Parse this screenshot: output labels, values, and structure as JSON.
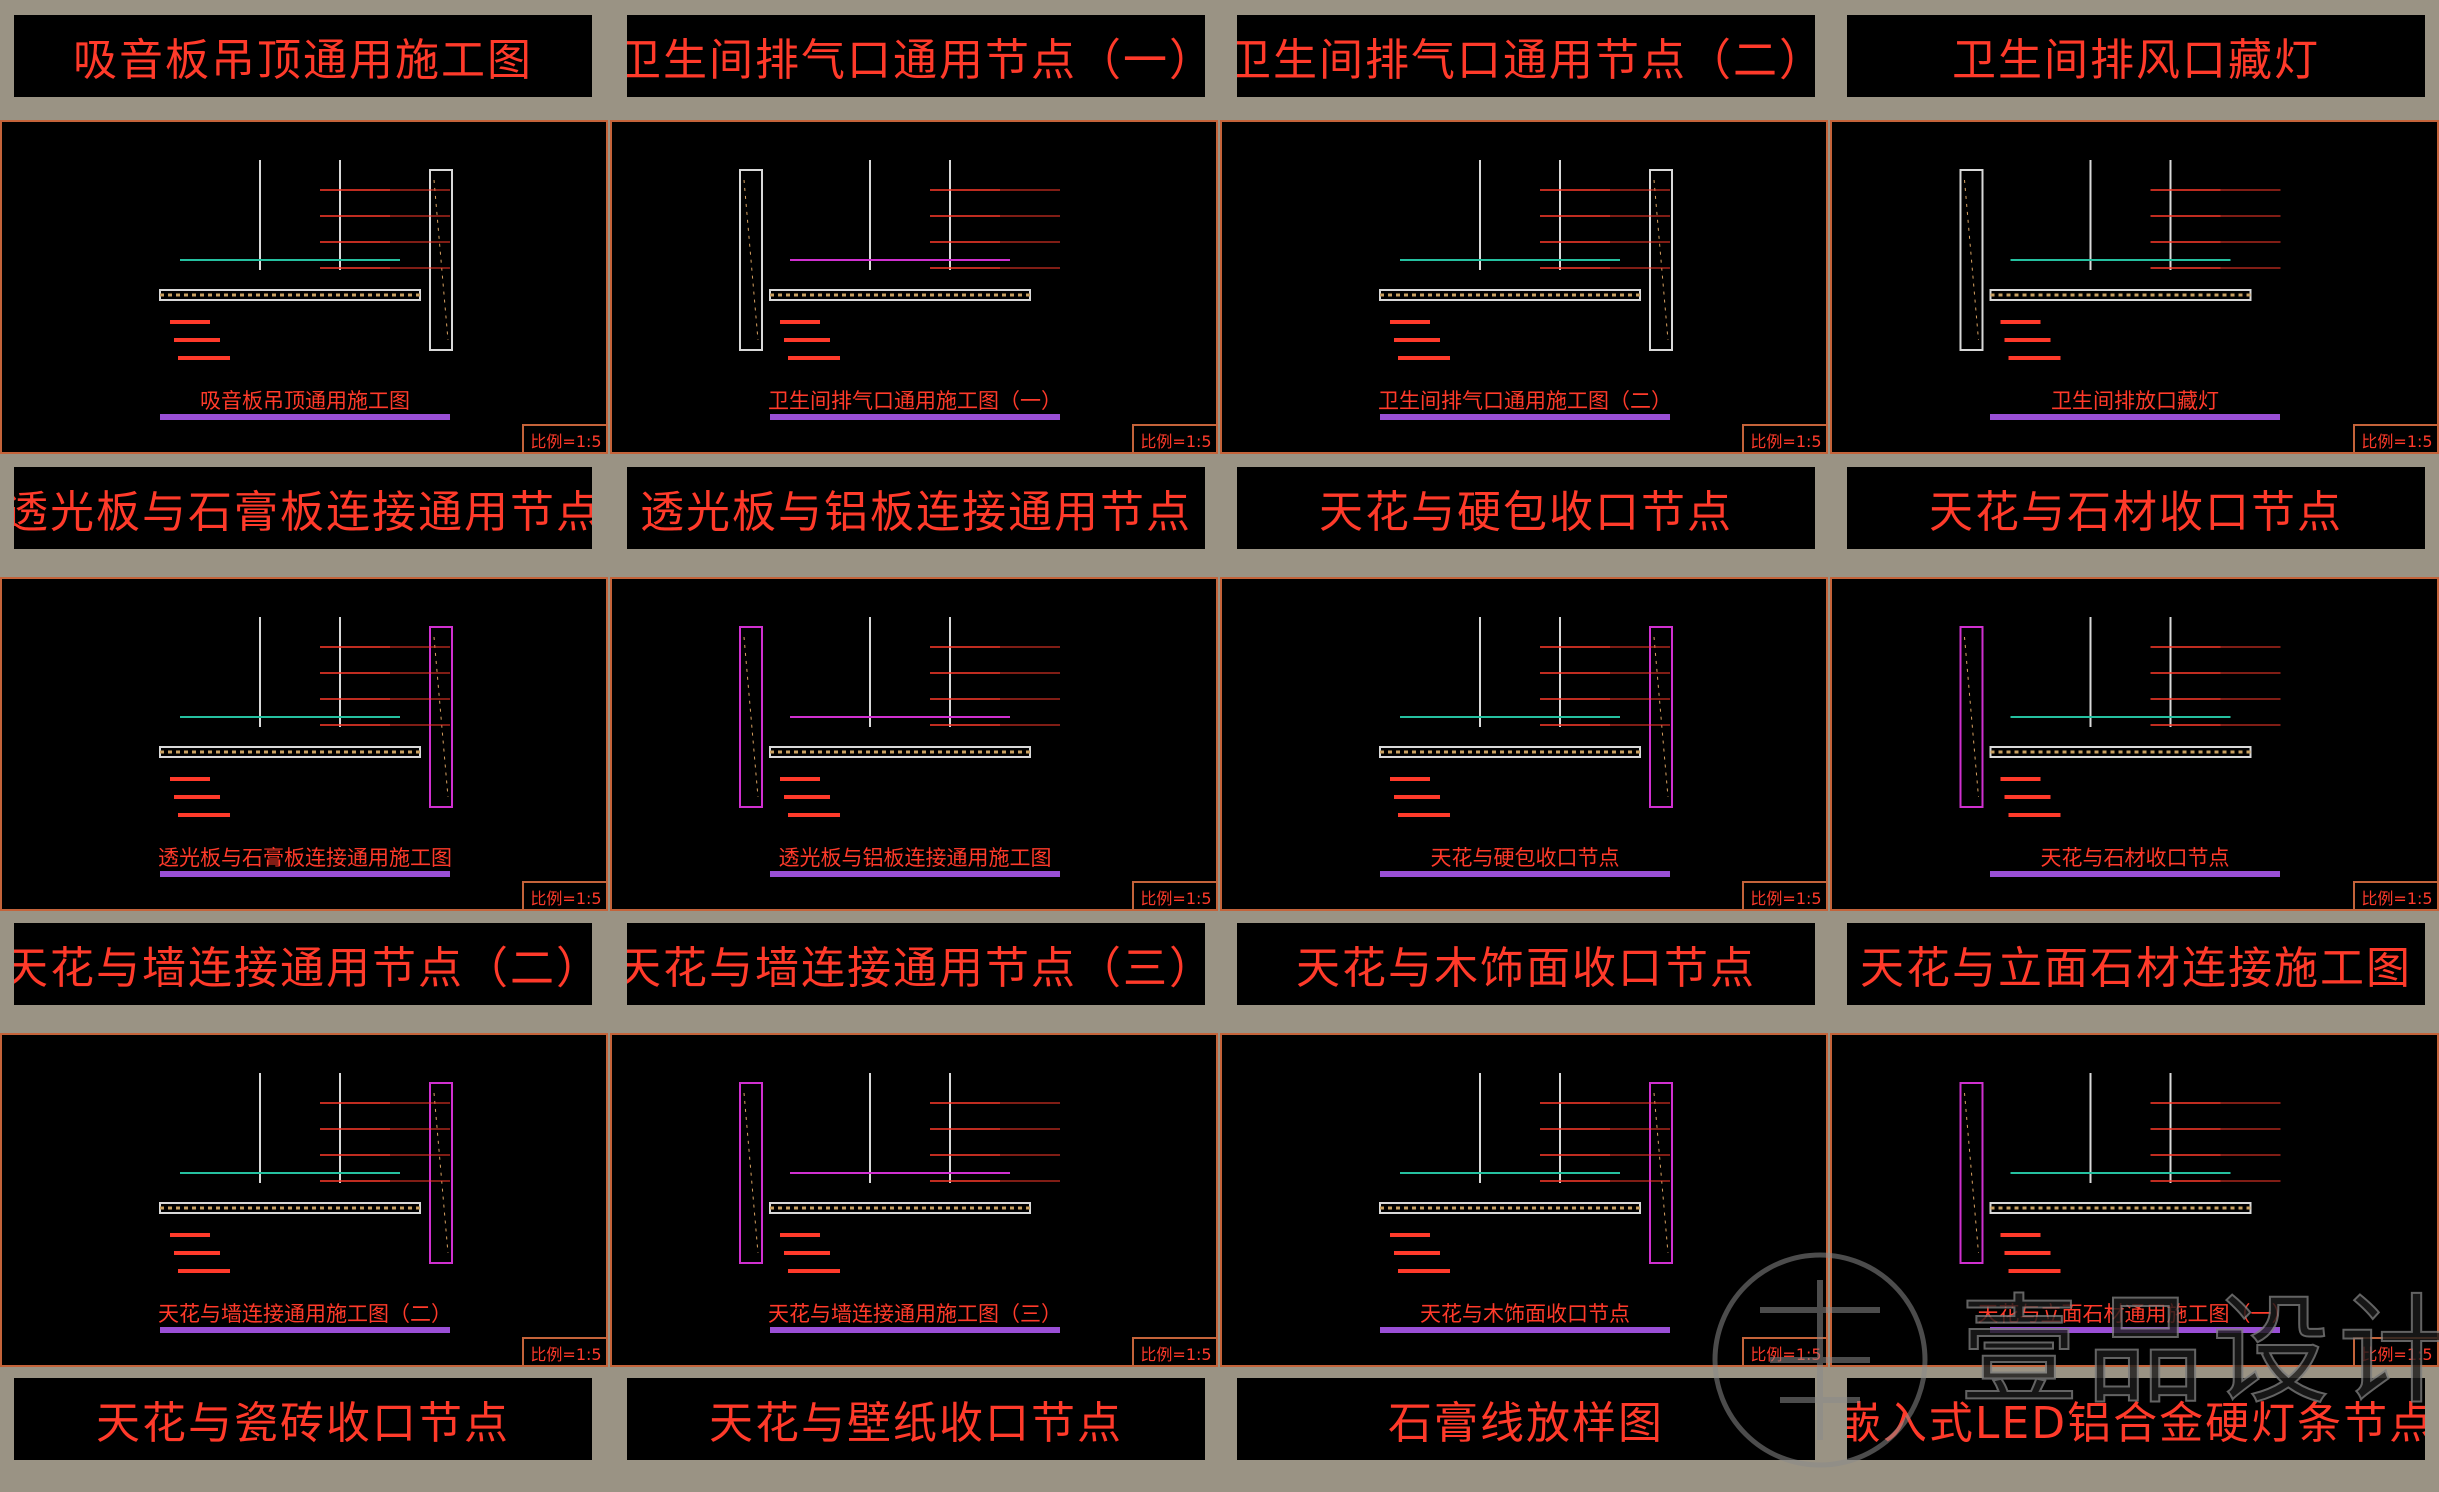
{
  "colors": {
    "frame": "#9a9384",
    "banner_text": "#ff3a2a",
    "panel_border": "#c4633a",
    "underline": "#9a4fd6",
    "drawing_red": "#ff3a2a",
    "drawing_white": "#d9d9d9",
    "drawing_magenta": "#d030d0",
    "drawing_cyan": "#25c0a0"
  },
  "scale_label": "比例=1:5",
  "rows": [
    {
      "banners": [
        "吸音板吊顶通用施工图",
        "卫生间排气口通用节点（一）",
        "卫生间排气口通用节点（二）",
        "卫生间排风口藏灯"
      ],
      "panels": [
        {
          "title": "吸音板吊顶通用施工图",
          "icon": "ceiling-acoustic-icon"
        },
        {
          "title": "卫生间排气口通用施工图（一）",
          "icon": "exhaust-vent-icon"
        },
        {
          "title": "卫生间排气口通用施工图（二）",
          "icon": "exhaust-vent-wall-icon"
        },
        {
          "title": "卫生间排放口藏灯",
          "icon": "hidden-light-vent-icon"
        }
      ]
    },
    {
      "banners": [
        "透光板与石膏板连接通用节点",
        "透光板与铝板连接通用节点",
        "天花与硬包收口节点",
        "天花与石材收口节点"
      ],
      "panels": [
        {
          "title": "透光板与石膏板连接通用施工图",
          "icon": "light-panel-gypsum-icon"
        },
        {
          "title": "透光板与铝板连接通用施工图",
          "icon": "light-panel-aluminum-icon"
        },
        {
          "title": "天花与硬包收口节点",
          "icon": "ceiling-hardpack-icon"
        },
        {
          "title": "天花与石材收口节点",
          "icon": "ceiling-stone-icon"
        }
      ]
    },
    {
      "banners": [
        "天花与墙连接通用节点（二）",
        "天花与墙连接通用节点（三）",
        "天花与木饰面收口节点",
        "天花与立面石材连接施工图"
      ],
      "panels": [
        {
          "title": "天花与墙连接通用施工图（二）",
          "icon": "ceiling-wall-icon"
        },
        {
          "title": "天花与墙连接通用施工图（三）",
          "icon": "ceiling-wall-alt-icon"
        },
        {
          "title": "天花与木饰面收口节点",
          "icon": "ceiling-wood-icon"
        },
        {
          "title": "天花与立面石材通用施工图（一）",
          "icon": "ceiling-facade-stone-icon"
        }
      ]
    },
    {
      "banners": [
        "天花与瓷砖收口节点",
        "天花与壁纸收口节点",
        "石膏线放样图",
        "嵌入式LED铝合金硬灯条节点"
      ]
    }
  ],
  "watermark": {
    "icon": "watermark-logo-icon",
    "text": "壹品设计"
  }
}
